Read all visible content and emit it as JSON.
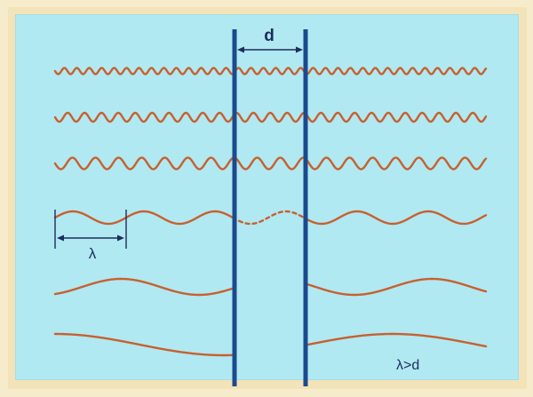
{
  "labels": {
    "gap": "d",
    "wavelength": "λ",
    "condition": "λ>d"
  },
  "colors": {
    "background": "#b0e9f1",
    "frame": "#f3e3b8",
    "wave": "#c8602f",
    "barrier": "#1b4a8f",
    "dimension": "#1e2c5c"
  },
  "waves": [
    {
      "wavelength": 14,
      "amplitude": 3.5,
      "transmitted": true
    },
    {
      "wavelength": 19,
      "amplitude": 5,
      "transmitted": true
    },
    {
      "wavelength": 26,
      "amplitude": 6.5,
      "transmitted": true
    },
    {
      "wavelength": 80,
      "amplitude": 7,
      "transmitted": "weak"
    },
    {
      "wavelength": 175,
      "amplitude": 9,
      "transmitted": false
    },
    {
      "wavelength": 380,
      "amplitude": 12,
      "transmitted": false
    }
  ]
}
